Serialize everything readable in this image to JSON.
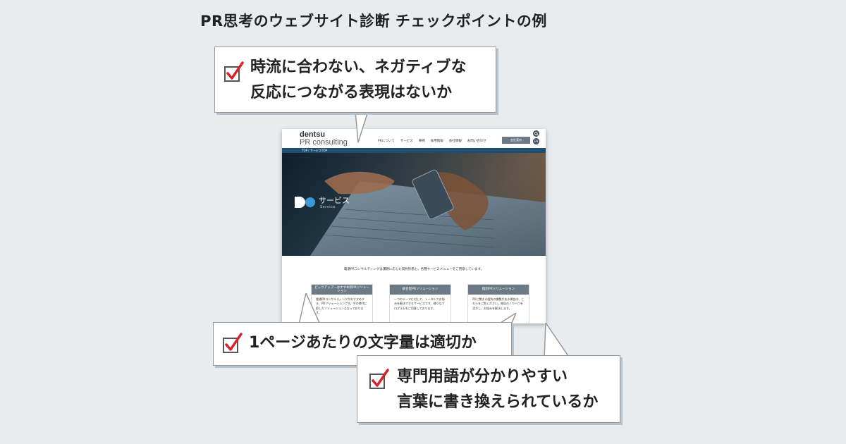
{
  "title": "PR思考のウェブサイト診断 チェックポイントの例",
  "website": {
    "logo_line1": "dentsu",
    "logo_line2": "PR consulting",
    "nav": [
      "PRについて",
      "サービス",
      "事例",
      "採用情報",
      "会社情報",
      "お問い合わせ"
    ],
    "contact_button": "会社案内",
    "lang": "EN",
    "breadcrumb": "TOP / サービスTOP",
    "hero_title": "サービス",
    "hero_subtitle": "Service",
    "intro": "電通PRコンサルティングは課題に応じた契約形態と、各種サービスメニューをご用意しています。",
    "cards": [
      {
        "title": "ピックアップ—おすすめ新PRソリューション",
        "body": "電通PRコンサルティングがおすすめする、PRソリューションです。今の時代に即したソリューションとなっております。"
      },
      {
        "title": "統合型PRソリューション",
        "body": "一つのテーマに対して、トータルでお悩みを解決できるサービスです。様々なプログラムをご用意しております。"
      },
      {
        "title": "個別PRソリューション",
        "body": "PRに関する個別の課題がある場合は、こちらをご覧ください。独自のノウハウを活かし、お悩みを解決します。"
      }
    ]
  },
  "callouts": [
    {
      "lines": [
        "時流に合わない、ネガティブな",
        "反応につながる表現はないか"
      ],
      "icon": "checkbox-checked-icon"
    },
    {
      "lines": [
        "1ページあたりの文字量は適切か"
      ],
      "icon": "checkbox-checked-icon"
    },
    {
      "lines": [
        "専門用語が分かりやすい",
        "言葉に書き換えられているか"
      ],
      "icon": "checkbox-checked-icon"
    }
  ],
  "colors": {
    "check": "#d7222a",
    "box": "#555555",
    "nav_bar": "#1e4e6e",
    "card_head": "#6b7a86"
  }
}
